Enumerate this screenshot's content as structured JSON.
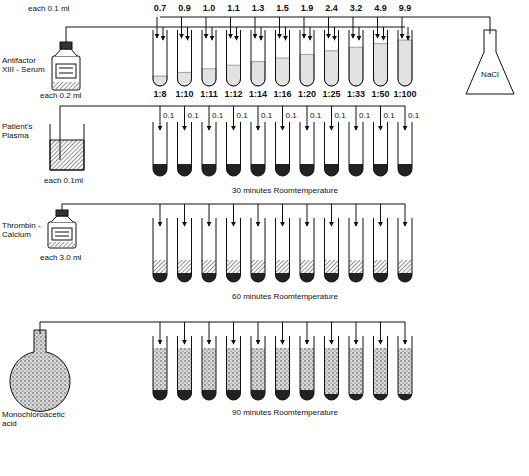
{
  "diagram": {
    "nodes": [
      {
        "text": [
          "Antifactor XIII - Serum"
        ]
      },
      {
        "text": [
          "NaCl"
        ]
      },
      {
        "text": [
          "Patient's Plasma"
        ]
      },
      {
        "text": [
          "Thrombin - Calcium"
        ]
      },
      {
        "text": [
          "Monochloroacetic acid"
        ]
      }
    ],
    "labels": [
      "each 0.1 ml",
      "0.7",
      "0.9",
      "1.0",
      "1.1",
      "1.3",
      "1.5",
      "1.9",
      "2.4",
      "3.2",
      "4.9",
      "9.9",
      "each 0.2 ml",
      "1:8",
      "1:10",
      "1:11",
      "1:12",
      "1:14",
      "1:16",
      "1:20",
      "1:25",
      "1:33",
      "1:50",
      "1:100",
      "0.1",
      "0.1",
      "0.1",
      "0.1",
      "0.1",
      "0.1",
      "0.1",
      "0.1",
      "0.1",
      "0.1",
      "0.1",
      "each 0.1ml",
      "30 minutes Roomtemperature",
      "each 3.0 ml",
      "60 minutes Roomtemperature",
      "90 minutes Roomtemperature"
    ]
  }
}
